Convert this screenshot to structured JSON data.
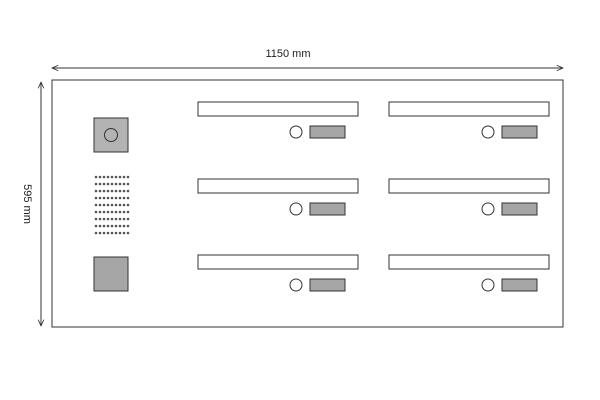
{
  "dimensions": {
    "width_label": "1150 mm",
    "height_label": "595 mm"
  },
  "panel": {
    "modules": [
      {
        "kind": "camera-module",
        "icon": "camera-icon"
      },
      {
        "kind": "speaker-module",
        "icon": "speaker-grille-icon"
      },
      {
        "kind": "button-module",
        "icon": "button-plate-icon"
      }
    ],
    "mailbox_slots": {
      "columns": 2,
      "rows": 3
    }
  },
  "colors": {
    "outline": "#333333",
    "module_fill": "#b3b3b3",
    "tag_fill": "#a6a6a6",
    "dot_fill": "#555555",
    "background": "#ffffff"
  }
}
